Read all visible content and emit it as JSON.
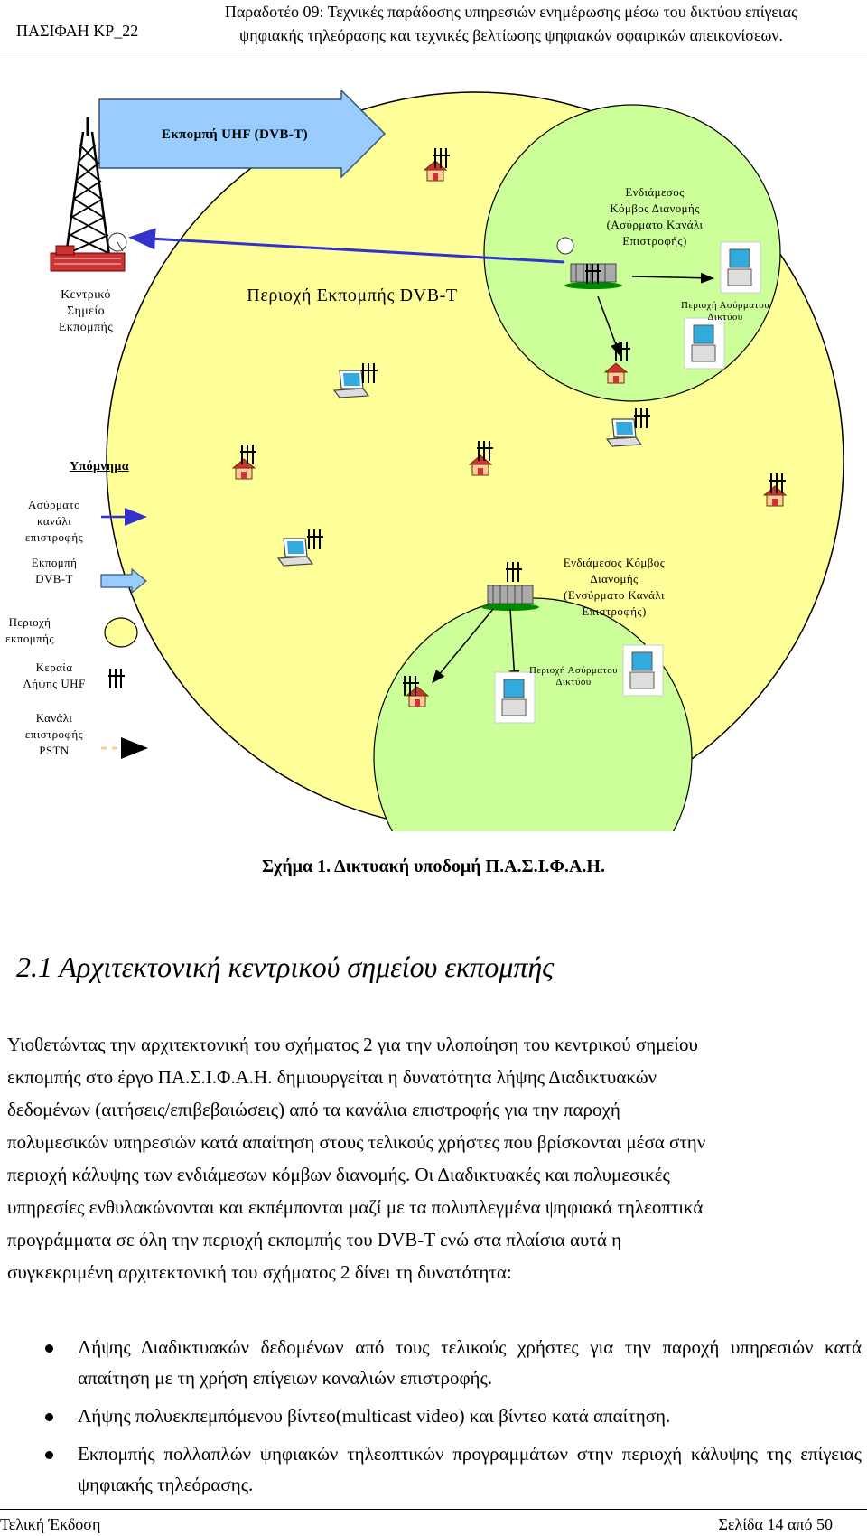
{
  "header": {
    "project_code": "ΠΑΣΙΦΑΗ ΚΡ_22",
    "title_line1": "Παραδοτέο 09: Τεχνικές παράδοσης υπηρεσιών ενημέρωσης μέσω του δικτύου επίγειας",
    "title_line2": "ψηφιακής τηλεόρασης και τεχνικές βελτίωσης ψηφιακών σφαιρικών απεικονίσεων."
  },
  "figure": {
    "arrow_label": "Εκπομπή UHF (DVB-T)",
    "central_point": "Κεντρικό\nΣημείο\nΕκπομπής",
    "coverage_area": "Περιοχή Εκπομπής  DVB-T",
    "node_wireless": "Ενδιάμεσος\nΚόμβος Διανομής\n(Ασύρματο Κανάλι\nΕπιστροφής)",
    "node_wired": "Ενδιάμεσος Κόμβος\nΔιανομής\n(Ενσύρματο Κανάλι\nΕπιστροφής)",
    "wireless_area_top": "Περιοχή Ασύρματου\nΔικτύου",
    "wireless_area_bottom": "Περιοχή Ασύρματου\nΔικτύου",
    "legend": {
      "title": "Υπόμνημα",
      "items": [
        {
          "label": "Ασύρματο\nκανάλι\nεπιστροφής",
          "symbol": "blue-arrow-line"
        },
        {
          "label": "Εκπομπή\nDVB-T",
          "symbol": "block-arrow"
        },
        {
          "label": "Περιοχή\nεκπομπής",
          "symbol": "yellow-ellipse"
        },
        {
          "label": "Κεραία\nΛήψης UHF",
          "symbol": "antenna-icon"
        },
        {
          "label": "Κανάλι\nεπιστροφής\nPSTN",
          "symbol": "dashed-arrow"
        }
      ]
    },
    "colors": {
      "coverage_fill": "#ffff99",
      "node_area_fill": "#ccff99",
      "arrow_fill": "#99ccff",
      "return_line": "#3333cc"
    }
  },
  "caption": "Σχήμα 1. Δικτυακή υποδομή Π.Α.Σ.Ι.Φ.Α.Η.",
  "section": {
    "title": "2.1 Αρχιτεκτονική κεντρικού σημείου εκπομπής"
  },
  "paragraph": [
    "Υιοθετώντας την αρχιτεκτονική του σχήματος 2 για την υλοποίηση του κεντρικού σημείου",
    "εκπομπής στο έργο ΠΑ.Σ.Ι.Φ.Α.Η. δημιουργείται η δυνατότητα λήψης Διαδικτυακών",
    "δεδομένων (αιτήσεις/επιβεβαιώσεις) από τα κανάλια επιστροφής για την παροχή",
    "πολυμεσικών υπηρεσιών κατά απαίτηση στους τελικούς χρήστες που βρίσκονται μέσα στην",
    "περιοχή κάλυψης των ενδιάμεσων κόμβων διανομής. Οι Διαδικτυακές και πολυμεσικές",
    "υπηρεσίες  ενθυλακώνονται και εκπέμπονται μαζί με τα πολυπλεγμένα ψηφιακά τηλεοπτικά",
    "προγράμματα σε όλη την περιοχή εκπομπής του DVB-T ενώ στα πλαίσια αυτά η",
    "συγκεκριμένη αρχιτεκτονική του σχήματος 2  δίνει τη δυνατότητα:"
  ],
  "bullets": [
    "Λήψης Διαδικτυακών δεδομένων από τους τελικούς χρήστες για την παροχή υπηρεσιών κατά απαίτηση με τη χρήση επίγειων καναλιών επιστροφής.",
    "Λήψης πολυεκπεμπόμενου βίντεο(multicast video) και βίντεο κατά απαίτηση.",
    "Εκπομπής πολλαπλών ψηφιακών τηλεοπτικών προγραμμάτων στην περιοχή κάλυψης της επίγειας ψηφιακής τηλεόρασης."
  ],
  "footer": {
    "left": "Τελική Έκδοση",
    "right": "Σελίδα 14 από 50"
  }
}
